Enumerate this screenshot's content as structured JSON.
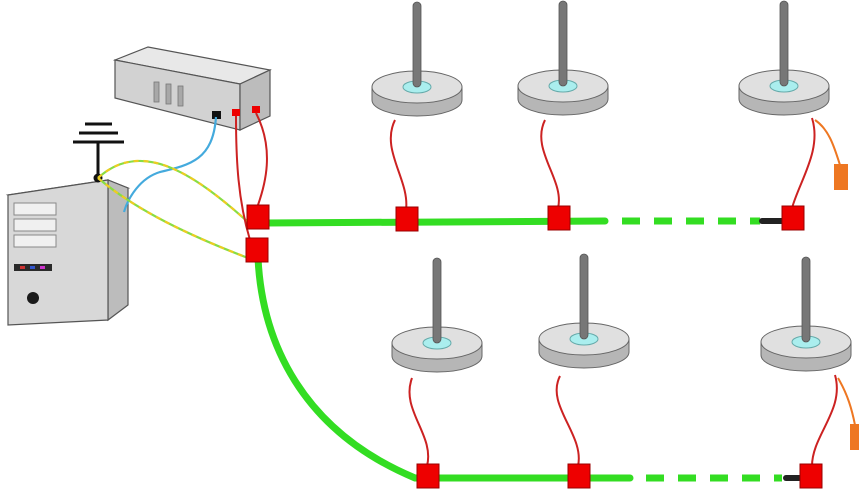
{
  "diagram": {
    "type": "network-topology",
    "components": {
      "computer": "desktop-tower-pc",
      "interface_box": "bus-interface-box",
      "ground": "ground-symbol"
    },
    "buses": [
      {
        "name": "bus-1",
        "stations": 3,
        "continues": true,
        "terminated": true
      },
      {
        "name": "bus-2",
        "stations": 3,
        "continues": true,
        "terminated": true
      }
    ],
    "colors": {
      "bus_cable": "#33dd22",
      "tap_box": "#ee0000",
      "drop_cable": "#cc2222",
      "data_cable": "#44aadd",
      "ground_wire_a": "#88dd44",
      "ground_wire_b": "#eecc22",
      "device_body": "#d4d4d4",
      "device_light": "#aaeeee",
      "terminator": "#ee7722"
    }
  }
}
